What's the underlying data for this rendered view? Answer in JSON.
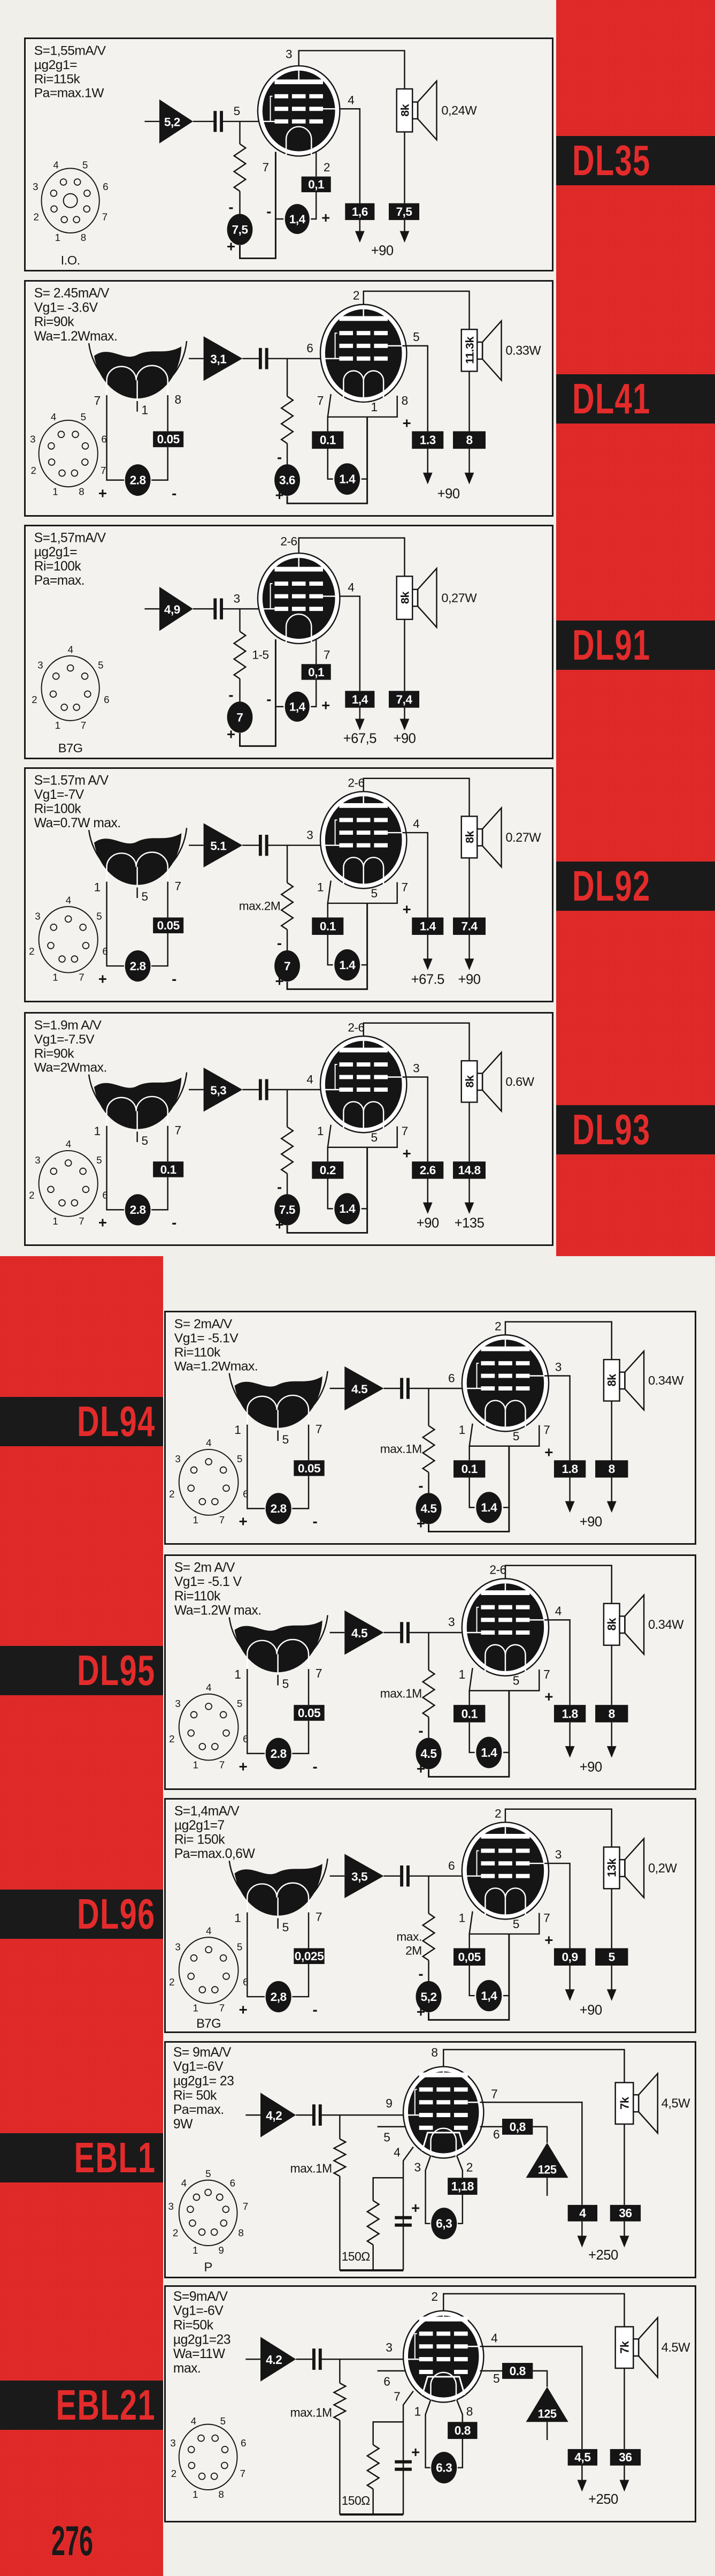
{
  "page_number": "276",
  "symbols": {
    "plus": "+",
    "minus": "-"
  },
  "tubes": [
    {
      "label": "DL35",
      "layout": "A",
      "params": [
        "S=1,55mA/V",
        "µg2g1=",
        "Ri=115k",
        "Pa=max.1W"
      ],
      "socket": {
        "pins": [
          "1",
          "2",
          "3",
          "4",
          "5",
          "6",
          "7",
          "8"
        ],
        "label": "I.O."
      },
      "input_voltage": "5,2",
      "grid_pin": "5",
      "plate_pin": "3",
      "screen_pin": "4",
      "filament_pins": [
        "7",
        "2"
      ],
      "grid_resistor": null,
      "bias_voltage": "7,5",
      "filament_current": "0,1",
      "filament_voltage": "1,4",
      "screen_current": "1,6",
      "plate_current": "7,5",
      "load": "8k",
      "output_power": "0,24W",
      "supplies": [
        "+90"
      ],
      "driver": null
    },
    {
      "label": "DL41",
      "layout": "B",
      "params": [
        "S= 2.45mA/V",
        "Vg1= -3.6V",
        "Ri=90k",
        "Wa=1.2Wmax."
      ],
      "socket": {
        "pins": [
          "1",
          "2",
          "3",
          "4",
          "5",
          "6",
          "7",
          "8"
        ],
        "label": null
      },
      "input_voltage": "3,1",
      "grid_pin": "6",
      "plate_pin": "2",
      "screen_pin": "5",
      "filament_pins": [
        "7",
        "1",
        "8"
      ],
      "grid_resistor": null,
      "bias_voltage": "3.6",
      "filament_current": "0.1",
      "filament_voltage": "1.4",
      "screen_current": "1.3",
      "plate_current": "8",
      "load": "11.3k",
      "output_power": "0.33W",
      "supplies": [
        "+90"
      ],
      "driver": {
        "pins": [
          "7",
          "1",
          "8"
        ],
        "current": "0.05",
        "voltage": "2.8"
      }
    },
    {
      "label": "DL91",
      "layout": "A",
      "params": [
        "S=1,57mA/V",
        "µg2g1=",
        "Ri=100k",
        "Pa=max."
      ],
      "socket": {
        "pins": [
          "1",
          "2",
          "3",
          "4",
          "5",
          "6",
          "7"
        ],
        "label": "B7G"
      },
      "input_voltage": "4,9",
      "grid_pin": "3",
      "plate_pin": "2-6",
      "screen_pin": "4",
      "filament_pins": [
        "1-5",
        "7"
      ],
      "grid_resistor": null,
      "bias_voltage": "7",
      "filament_current": "0,1",
      "filament_voltage": "1,4",
      "screen_current": "1,4",
      "plate_current": "7,4",
      "load": "8k",
      "output_power": "0,27W",
      "supplies": [
        "+67,5",
        "+90"
      ],
      "driver": null
    },
    {
      "label": "DL92",
      "layout": "B",
      "params": [
        "S=1.57m A/V",
        "Vg1=-7V",
        "Ri=100k",
        "Wa=0.7W max."
      ],
      "socket": {
        "pins": [
          "1",
          "2",
          "3",
          "4",
          "5",
          "6",
          "7"
        ],
        "label": null
      },
      "input_voltage": "5.1",
      "grid_pin": "3",
      "plate_pin": "2-6",
      "screen_pin": "4",
      "filament_pins": [
        "1",
        "5",
        "7"
      ],
      "grid_resistor": [
        "max.2M"
      ],
      "bias_voltage": "7",
      "filament_current": "0.1",
      "filament_voltage": "1.4",
      "screen_current": "1.4",
      "plate_current": "7.4",
      "load": "8k",
      "output_power": "0.27W",
      "supplies": [
        "+67.5",
        "+90"
      ],
      "driver": {
        "pins": [
          "1",
          "5",
          "7"
        ],
        "current": "0.05",
        "voltage": "2.8"
      }
    },
    {
      "label": "DL93",
      "layout": "B",
      "params": [
        "S=1.9m A/V",
        "Vg1=-7.5V",
        "Ri=90k",
        "Wa=2Wmax."
      ],
      "socket": {
        "pins": [
          "1",
          "2",
          "3",
          "4",
          "5",
          "6",
          "7"
        ],
        "label": null
      },
      "input_voltage": "5,3",
      "grid_pin": "4",
      "plate_pin": "2-6",
      "screen_pin": "3",
      "filament_pins": [
        "1",
        "5",
        "7"
      ],
      "grid_resistor": null,
      "bias_voltage": "7.5",
      "filament_current": "0.2",
      "filament_voltage": "1.4",
      "screen_current": "2.6",
      "plate_current": "14.8",
      "load": "8k",
      "output_power": "0.6W",
      "supplies": [
        "+90",
        "+135"
      ],
      "driver": {
        "pins": [
          "1",
          "5",
          "7"
        ],
        "current": "0.1",
        "voltage": "2.8"
      }
    },
    {
      "label": "DL94",
      "layout": "B",
      "params": [
        "S= 2mA/V",
        "Vg1= -5.1V",
        "Ri=110k",
        "Wa=1.2Wmax."
      ],
      "socket": {
        "pins": [
          "1",
          "2",
          "3",
          "4",
          "5",
          "6",
          "7"
        ],
        "label": null
      },
      "input_voltage": "4.5",
      "grid_pin": "6",
      "plate_pin": "2",
      "screen_pin": "3",
      "filament_pins": [
        "1",
        "5",
        "7"
      ],
      "grid_resistor": [
        "max.1M"
      ],
      "bias_voltage": "4.5",
      "filament_current": "0.1",
      "filament_voltage": "1.4",
      "screen_current": "1.8",
      "plate_current": "8",
      "load": "8k",
      "output_power": "0.34W",
      "supplies": [
        "+90"
      ],
      "driver": {
        "pins": [
          "1",
          "5",
          "7"
        ],
        "current": "0.05",
        "voltage": "2.8"
      }
    },
    {
      "label": "DL95",
      "layout": "B",
      "params": [
        "S= 2m A/V",
        "Vg1= -5.1 V",
        "Ri=110k",
        "Wa=1.2W max."
      ],
      "socket": {
        "pins": [
          "1",
          "2",
          "3",
          "4",
          "5",
          "6",
          "7"
        ],
        "label": null
      },
      "input_voltage": "4.5",
      "grid_pin": "3",
      "plate_pin": "2-6",
      "screen_pin": "4",
      "filament_pins": [
        "1",
        "5",
        "7"
      ],
      "grid_resistor": [
        "max.1M"
      ],
      "bias_voltage": "4.5",
      "filament_current": "0.1",
      "filament_voltage": "1.4",
      "screen_current": "1.8",
      "plate_current": "8",
      "load": "8k",
      "output_power": "0.34W",
      "supplies": [
        "+90"
      ],
      "driver": {
        "pins": [
          "1",
          "5",
          "7"
        ],
        "current": "0.05",
        "voltage": "2.8"
      }
    },
    {
      "label": "DL96",
      "layout": "B",
      "params": [
        "S=1,4mA/V",
        "µg2g1=7",
        "Ri= 150k",
        "Pa=max.0,6W"
      ],
      "socket": {
        "pins": [
          "1",
          "2",
          "3",
          "4",
          "5",
          "6",
          "7"
        ],
        "label": "B7G"
      },
      "input_voltage": "3,5",
      "grid_pin": "6",
      "plate_pin": "2",
      "screen_pin": "3",
      "filament_pins": [
        "1",
        "5",
        "7"
      ],
      "grid_resistor": [
        "max.",
        "2M"
      ],
      "bias_voltage": "5,2",
      "filament_current": "0,05",
      "filament_voltage": "1,4",
      "screen_current": "0,9",
      "plate_current": "5",
      "load": "13k",
      "output_power": "0,2W",
      "supplies": [
        "+90"
      ],
      "driver": {
        "pins": [
          "1",
          "5",
          "7"
        ],
        "current": "0,025",
        "voltage": "2,8"
      }
    },
    {
      "label": "EBL1",
      "layout": "C",
      "params": [
        "S= 9mA/V",
        "Vg1=-6V",
        "µg2g1= 23",
        "Ri= 50k",
        "Pa=max.",
        "9W"
      ],
      "socket": {
        "pins": [
          "1",
          "2",
          "3",
          "4",
          "5",
          "6",
          "7",
          "8",
          "9"
        ],
        "label": "P"
      },
      "input_voltage": "4,2",
      "grid_pin": "9",
      "plate_pin": "8",
      "screen_pin": "7",
      "diode_pin": "6",
      "aux_pin": "5",
      "cathode_pin": "4",
      "filament_pins": [
        "3",
        "2"
      ],
      "grid_resistor": [
        "max.1M"
      ],
      "cathode_resistor": "150Ω",
      "filament_current": "1,18",
      "filament_voltage": "6,3",
      "diode_current": "0,8",
      "diode_voltage": "125",
      "screen_current": "4",
      "plate_current": "36",
      "load": "7k",
      "output_power": "4,5W",
      "supplies": [
        "+250"
      ],
      "driver": null
    },
    {
      "label": "EBL21",
      "layout": "C",
      "params": [
        "S=9mA/V",
        "Vg1=-6V",
        "Ri=50k",
        "µg2g1=23",
        "Wa=11W",
        "max."
      ],
      "socket": {
        "pins": [
          "1",
          "2",
          "3",
          "4",
          "5",
          "6",
          "7",
          "8"
        ],
        "label": null
      },
      "input_voltage": "4.2",
      "grid_pin": "3",
      "plate_pin": "2",
      "screen_pin": "4",
      "diode_pin": "5",
      "aux_pin": "6",
      "cathode_pin": "7",
      "filament_pins": [
        "1",
        "8"
      ],
      "grid_resistor": [
        "max.1M"
      ],
      "cathode_resistor": "150Ω",
      "filament_current": "0.8",
      "filament_voltage": "6.3",
      "diode_current": "0.8",
      "diode_voltage": "125",
      "screen_current": "4,5",
      "plate_current": "36",
      "load": "7k",
      "output_power": "4.5W",
      "supplies": [
        "+250"
      ],
      "driver": null
    }
  ]
}
